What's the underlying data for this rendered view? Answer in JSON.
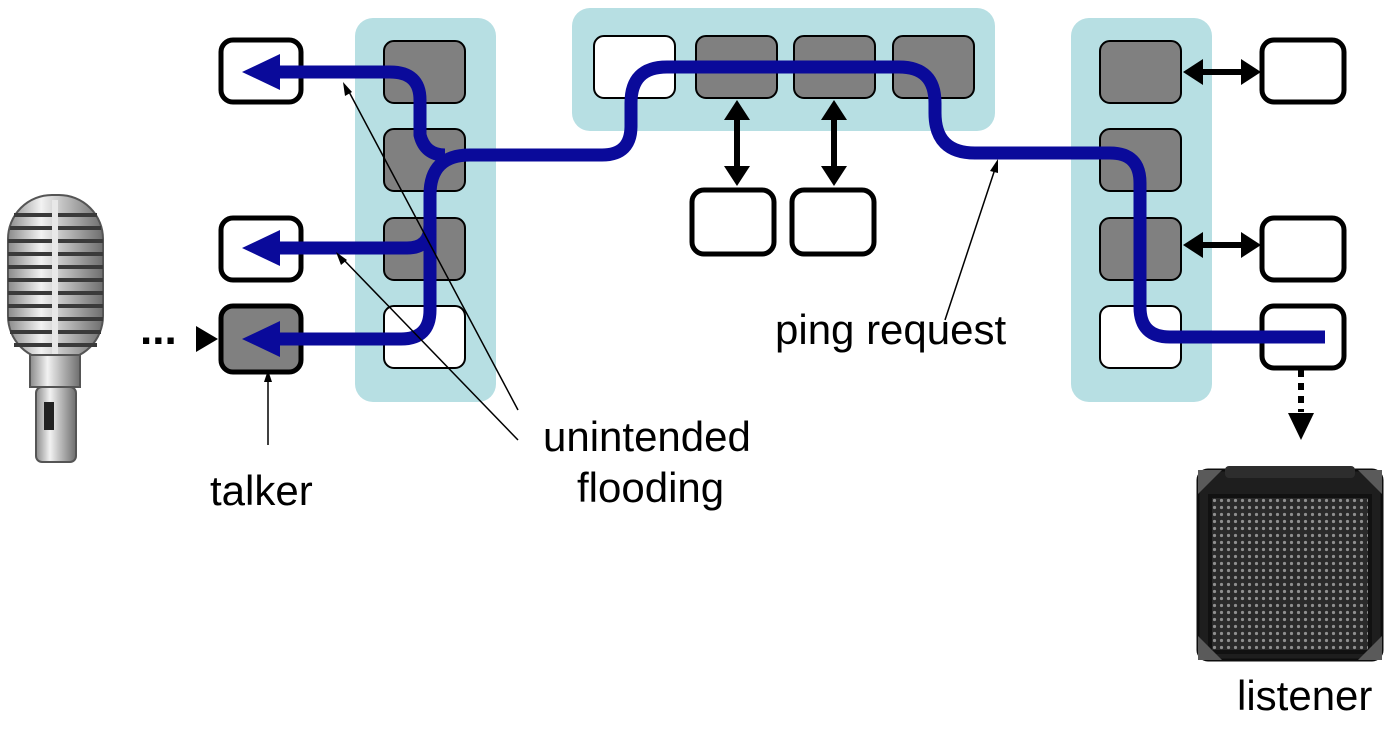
{
  "labels": {
    "unintended": "unintended",
    "flooding": "flooding",
    "ping_request": "ping request",
    "talker": "talker",
    "listener": "listener",
    "dots": "..."
  },
  "colors": {
    "switch_bg": "#b7dfe3",
    "port_active": "#808080",
    "port_idle": "#ffffff",
    "path": "#0a0a9a",
    "outline": "#000000"
  },
  "icons": {
    "talker_device": "microphone-icon",
    "listener_device": "speaker-icon"
  }
}
